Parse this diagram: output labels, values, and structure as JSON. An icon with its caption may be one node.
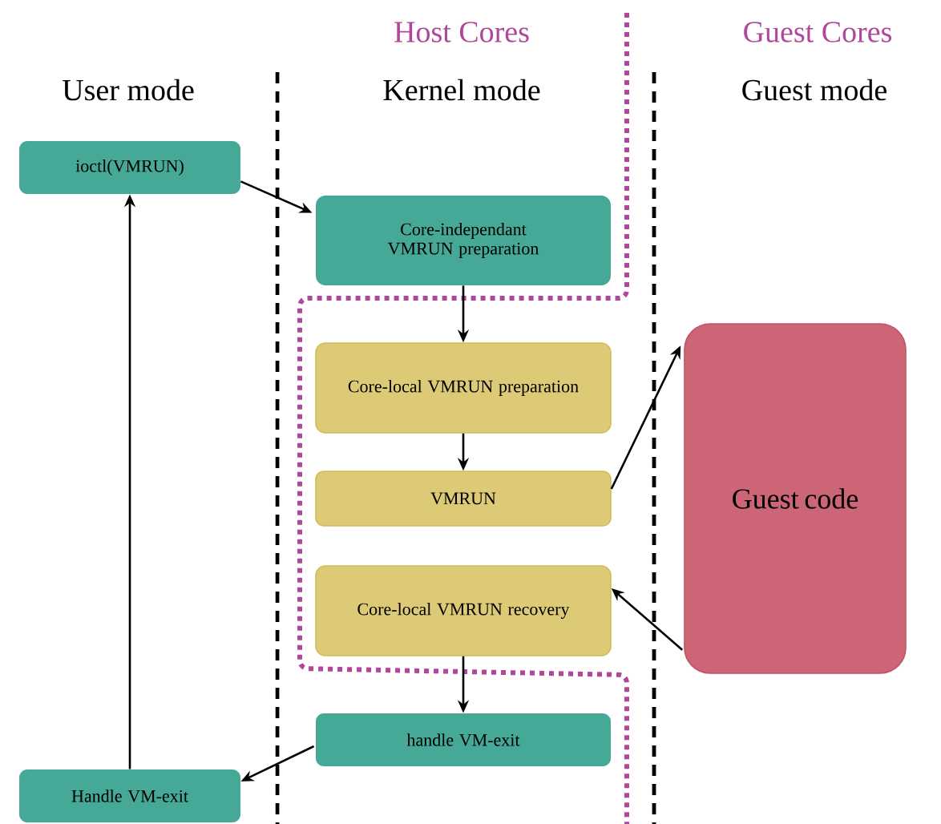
{
  "diagram": {
    "nodes": [
      {
        "text": [
          "ioctl(VMRUN)"
        ]
      },
      {
        "text": [
          "Core-independant VMRUN preparation"
        ]
      },
      {
        "text": [
          "Core-local VMRUN preparation"
        ]
      },
      {
        "text": [
          "VMRUN"
        ]
      },
      {
        "text": [
          "Core-local VMRUN recovery"
        ]
      },
      {
        "text": [
          "handle VM-exit"
        ]
      },
      {
        "text": [
          "Handle VM-exit"
        ]
      },
      {
        "text": [
          "Guest code"
        ]
      }
    ],
    "edges": [
      {
        "from": 0,
        "to": 1,
        "arrow": "to"
      },
      {
        "from": 1,
        "to": 2,
        "arrow": "to"
      },
      {
        "from": 2,
        "to": 3,
        "arrow": "to"
      },
      {
        "from": 3,
        "to": 7,
        "arrow": "to"
      },
      {
        "from": 7,
        "to": 4,
        "arrow": "to"
      },
      {
        "from": 4,
        "to": 5,
        "arrow": "to"
      },
      {
        "from": 5,
        "to": 6,
        "arrow": "to"
      },
      {
        "from": 6,
        "to": 0,
        "arrow": "to"
      }
    ],
    "labels": [
      "Host Cores",
      "Guest Cores",
      "User mode",
      "Kernel mode",
      "Guest mode"
    ]
  }
}
